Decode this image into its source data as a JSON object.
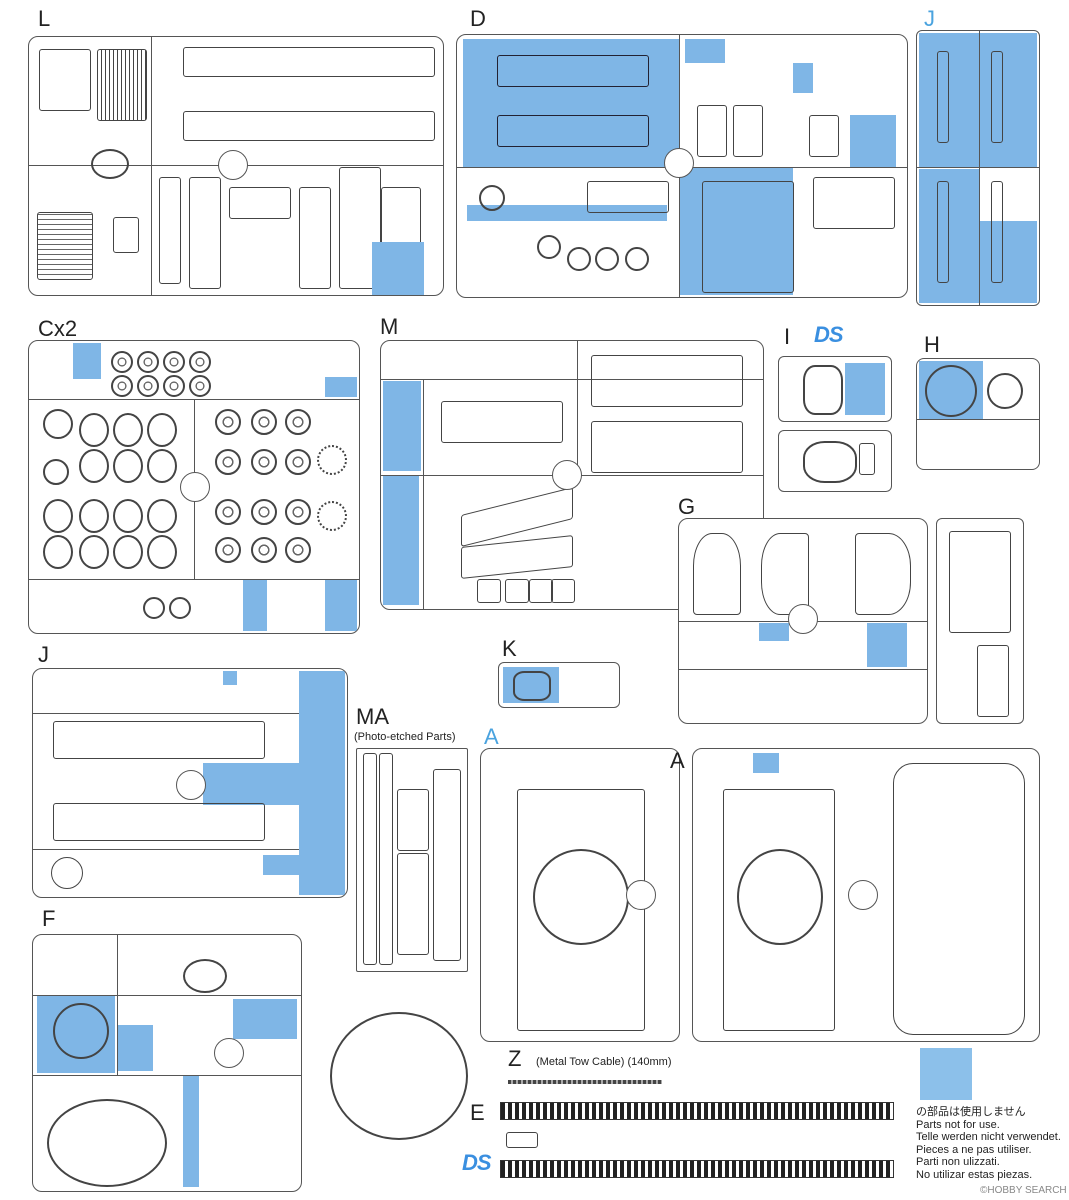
{
  "sprues": {
    "L": {
      "label": "L"
    },
    "D": {
      "label": "D"
    },
    "J_top": {
      "label": "J"
    },
    "Cx2": {
      "label": "Cx2"
    },
    "M": {
      "label": "M"
    },
    "I": {
      "label": "I"
    },
    "H": {
      "label": "H"
    },
    "G": {
      "label": "G"
    },
    "K": {
      "label": "K"
    },
    "J": {
      "label": "J"
    },
    "MA": {
      "label": "MA",
      "sub": "(Photo-etched Parts)"
    },
    "A1": {
      "label": "A"
    },
    "A2": {
      "label": "A"
    },
    "F": {
      "label": "F"
    },
    "Z": {
      "label": "Z",
      "sub": "(Metal Tow Cable) (140mm)"
    },
    "E": {
      "label": "E"
    }
  },
  "logo": {
    "ds_top": "DS",
    "ds_bottom": "DS"
  },
  "legend": {
    "lines": [
      "の部品は使用しません",
      "Parts not for use.",
      "Telle werden nicht verwendet.",
      "Pieces a ne pas utiliser.",
      "Parti non ulizzati.",
      "No utilizar estas piezas."
    ]
  },
  "watermark": {
    "text": "©HOBBY SEARCH"
  },
  "colors": {
    "unused_parts": "#7fb6e6",
    "label_blue": "#4aa3df",
    "ds_logo": "#3a8fe0"
  }
}
